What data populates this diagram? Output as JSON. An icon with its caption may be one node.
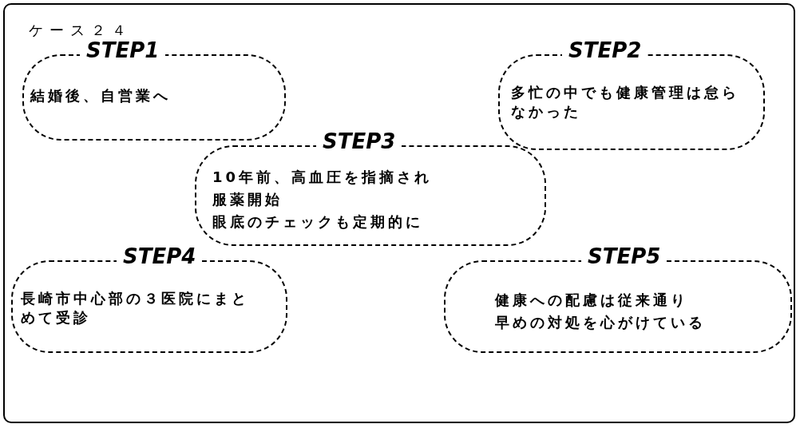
{
  "diagram": {
    "nodes": [
      {
        "text": [
          "ケース２４"
        ]
      },
      {
        "text": [
          "STEP1",
          "結婚後、自営業へ"
        ],
        "in": 0
      },
      {
        "text": [
          "STEP2",
          "多忙の中でも健康管理は怠らなかった"
        ],
        "in": 0
      },
      {
        "text": [
          "STEP3",
          "10年前、高血圧を指摘され",
          "服薬開始",
          "眼底のチェックも定期的に"
        ],
        "in": 0
      },
      {
        "text": [
          "STEP4",
          "長崎市中心部の３医院にまとめて受診"
        ],
        "in": 0
      },
      {
        "text": [
          "STEP5",
          "健康への配慮は従来通り",
          "早めの対処を心がけている"
        ],
        "in": 0
      }
    ],
    "edges": []
  }
}
